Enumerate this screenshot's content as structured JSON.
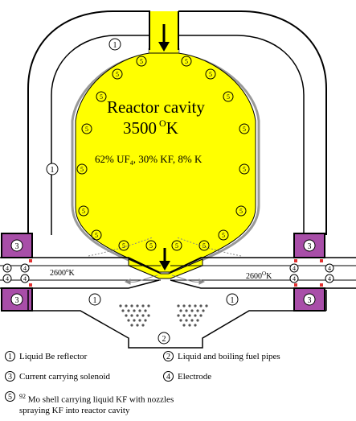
{
  "diagram": {
    "cavity_title": "Reactor cavity",
    "cavity_temp": "3500",
    "cavity_temp_unit": "O",
    "cavity_temp_k": "K",
    "fuel_mix_a": "62% UF",
    "fuel_mix_sub": "4",
    "fuel_mix_b": ", 30% KF, 8% K",
    "left_temp": "2600",
    "left_temp_unit": "o",
    "left_temp_k": "K",
    "right_temp": "2600",
    "right_temp_unit": "O",
    "right_temp_k": "K",
    "label_1": "1",
    "label_2": "2",
    "label_3": "3",
    "label_4": "4",
    "label_5": "5",
    "colors": {
      "fuel": "#ffff00",
      "solenoid": "#a84ea8",
      "electrode_red": "#e03030"
    }
  },
  "legend": {
    "item1_num": "1",
    "item1_text": "Liquid Be reflector",
    "item2_num": "2",
    "item2_text": "Liquid and boiling fuel pipes",
    "item3_num": "3",
    "item3_text": "Current carrying solenoid",
    "item4_num": "4",
    "item4_text": "Electrode",
    "item5_num": "5",
    "item5_sup": "92",
    "item5_text_a": "Mo shell carrying liquid KF with nozzles",
    "item5_text_b": "spraying KF into reactor cavity"
  }
}
